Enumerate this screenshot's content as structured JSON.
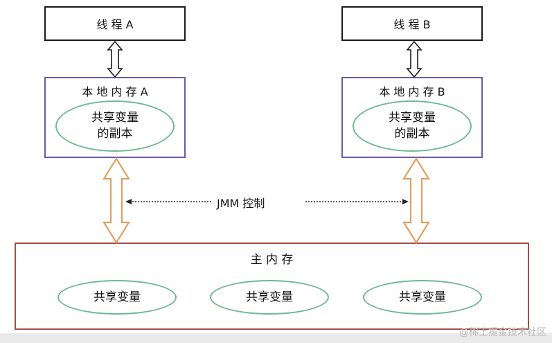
{
  "thread_a": {
    "label": "线 程 A"
  },
  "thread_b": {
    "label": "线 程 B"
  },
  "local_a": {
    "title": "本 地 内 存 A",
    "copy_line1": "共享变量",
    "copy_line2": "的副本"
  },
  "local_b": {
    "title": "本 地 内 存 B",
    "copy_line1": "共享变量",
    "copy_line2": "的副本"
  },
  "jmm": {
    "label": "JMM 控制"
  },
  "main_memory": {
    "title": "主 内 存",
    "variables": [
      "共享变量",
      "共享变量",
      "共享变量"
    ]
  },
  "watermark": "@稀土掘金技术社区",
  "colors": {
    "thread_border": "#1a1a1a",
    "local_border": "#6b5aa8",
    "ellipse_border": "#6fb890",
    "main_border": "#a84a48",
    "big_arrow": "#e0a060"
  }
}
